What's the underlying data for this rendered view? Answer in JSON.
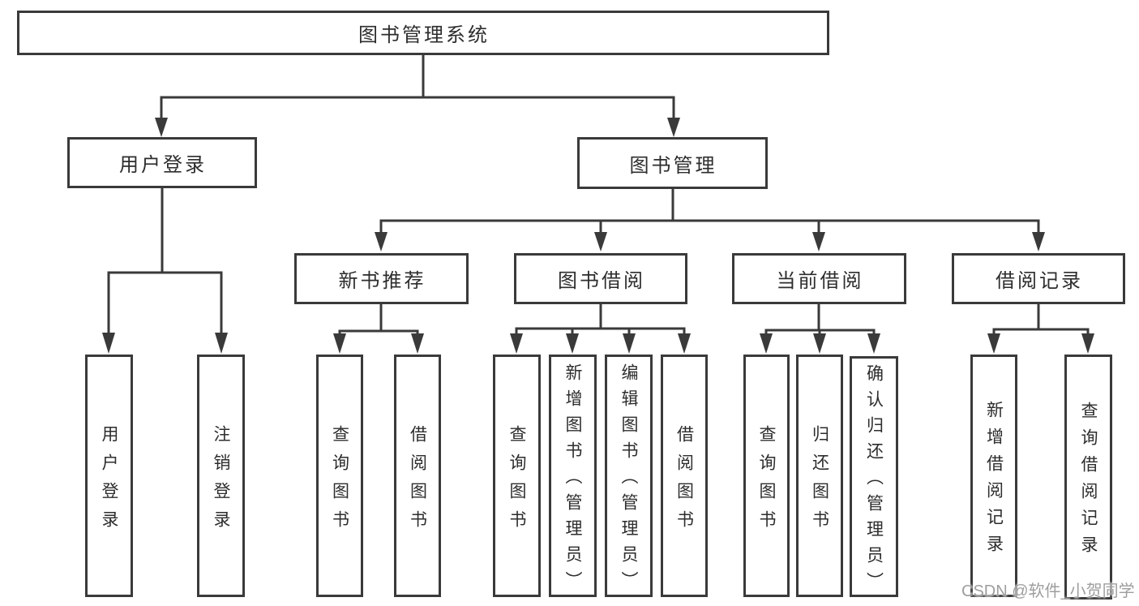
{
  "diagram": {
    "type": "tree",
    "title": "图书管理系统",
    "tree": {
      "label": "图书管理系统",
      "children": [
        {
          "label": "用户登录",
          "children": [
            {
              "label": "用户登录"
            },
            {
              "label": "注销登录"
            }
          ]
        },
        {
          "label": "图书管理",
          "children": [
            {
              "label": "新书推荐",
              "children": [
                {
                  "label": "查询图书"
                },
                {
                  "label": "借阅图书"
                }
              ]
            },
            {
              "label": "图书借阅",
              "children": [
                {
                  "label": "查询图书"
                },
                {
                  "label": "新增图书（管理员）"
                },
                {
                  "label": "编辑图书（管理员）"
                },
                {
                  "label": "借阅图书"
                }
              ]
            },
            {
              "label": "当前借阅",
              "children": [
                {
                  "label": "查询图书"
                },
                {
                  "label": "归还图书"
                },
                {
                  "label": "确认归还（管理员）"
                }
              ]
            },
            {
              "label": "借阅记录",
              "children": [
                {
                  "label": "新增借阅记录"
                },
                {
                  "label": "查询借阅记录"
                }
              ]
            }
          ]
        }
      ]
    },
    "colors": {
      "line": "#3a3a3a",
      "text": "#2d2d2d",
      "box_background": "#ffffff",
      "page_background": "#ffffff"
    }
  },
  "watermark": {
    "text": "CSDN @软件_小贺同学",
    "color": "#9e9e9e"
  }
}
